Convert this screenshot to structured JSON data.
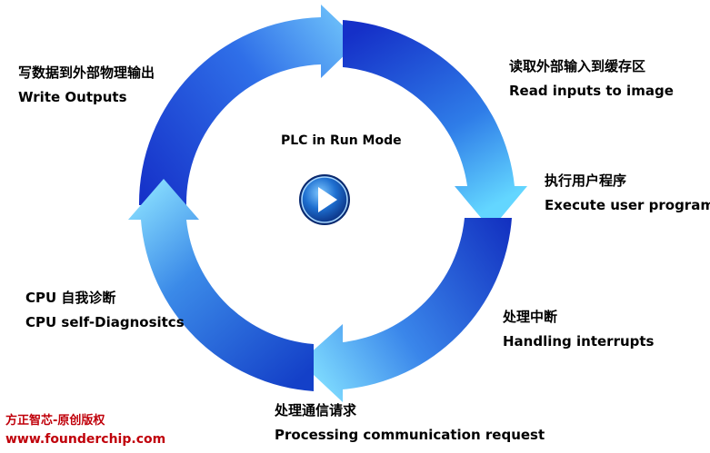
{
  "center": {
    "title": "PLC in Run Mode",
    "play_icon": "play-icon"
  },
  "steps": [
    {
      "cn": "读取外部输入到缓存区",
      "en": "Read inputs to image"
    },
    {
      "cn": "执行用户程序",
      "en": "Execute user program"
    },
    {
      "cn": "处理中断",
      "en": "Handling interrupts"
    },
    {
      "cn": "处理通信请求",
      "en": "Processing communication request"
    },
    {
      "cn": "CPU 自我诊断",
      "en": "CPU self-Diagnositcs"
    },
    {
      "cn": "写数据到外部物理输出",
      "en": "Write Outputs"
    }
  ],
  "watermark": {
    "line1": "方正智芯-原创版权",
    "line2": "www.founderchip.com"
  },
  "colors": {
    "arrow_dark": "#1230c8",
    "arrow_light": "#5ed8ff",
    "watermark": "#c0000a"
  }
}
